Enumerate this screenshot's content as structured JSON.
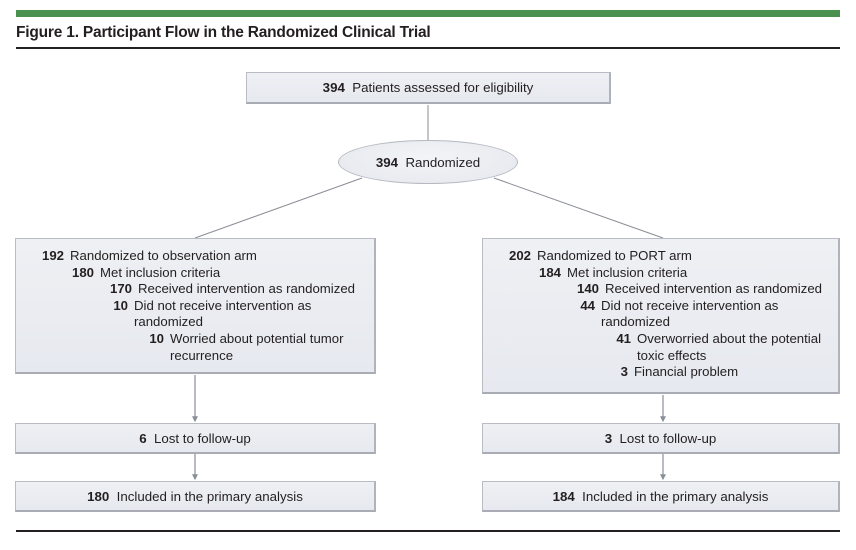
{
  "figure": {
    "title": "Figure 1. Participant Flow in the Randomized Clinical Trial",
    "accent_color": "#4a9150",
    "rule_color": "#231f20",
    "box_fill": "#eaecf1",
    "box_border": "#b9bcc4",
    "connector_color": "#7d8189"
  },
  "nodes": {
    "enrollment": {
      "number": "394",
      "label": "Patients assessed for eligibility"
    },
    "randomized": {
      "number": "394",
      "label": "Randomized"
    },
    "left_arm": {
      "lines": [
        {
          "level": 0,
          "number": "192",
          "label": "Randomized to observation arm"
        },
        {
          "level": 1,
          "number": "180",
          "label": "Met inclusion criteria"
        },
        {
          "level": 2,
          "number": "170",
          "label": "Received intervention as randomized"
        },
        {
          "level": 3,
          "number": "10",
          "label": "Did not receive intervention as"
        },
        {
          "level": 3,
          "number": "",
          "label": "randomized",
          "continuation": true
        },
        {
          "level": 4,
          "number": "10",
          "label": "Worried about potential tumor"
        },
        {
          "level": 4,
          "number": "",
          "label": "recurrence",
          "continuation": true
        }
      ]
    },
    "right_arm": {
      "lines": [
        {
          "level": 0,
          "number": "202",
          "label": "Randomized to PORT arm"
        },
        {
          "level": 1,
          "number": "184",
          "label": "Met inclusion criteria"
        },
        {
          "level": 2,
          "number": "140",
          "label": "Received intervention as randomized"
        },
        {
          "level": 3,
          "number": "44",
          "label": "Did not receive intervention as"
        },
        {
          "level": 3,
          "number": "",
          "label": "randomized",
          "continuation": true
        },
        {
          "level": 4,
          "number": "41",
          "label": "Overworried about the potential"
        },
        {
          "level": 4,
          "number": "",
          "label": "toxic effects",
          "continuation": true
        },
        {
          "level": 5,
          "number": "3",
          "label": "Financial problem"
        }
      ]
    },
    "left_lost": {
      "number": "6",
      "label": "Lost to follow-up"
    },
    "right_lost": {
      "number": "3",
      "label": "Lost to follow-up"
    },
    "left_analysis": {
      "number": "180",
      "label": "Included in the primary analysis"
    },
    "right_analysis": {
      "number": "184",
      "label": "Included in the primary analysis"
    }
  }
}
